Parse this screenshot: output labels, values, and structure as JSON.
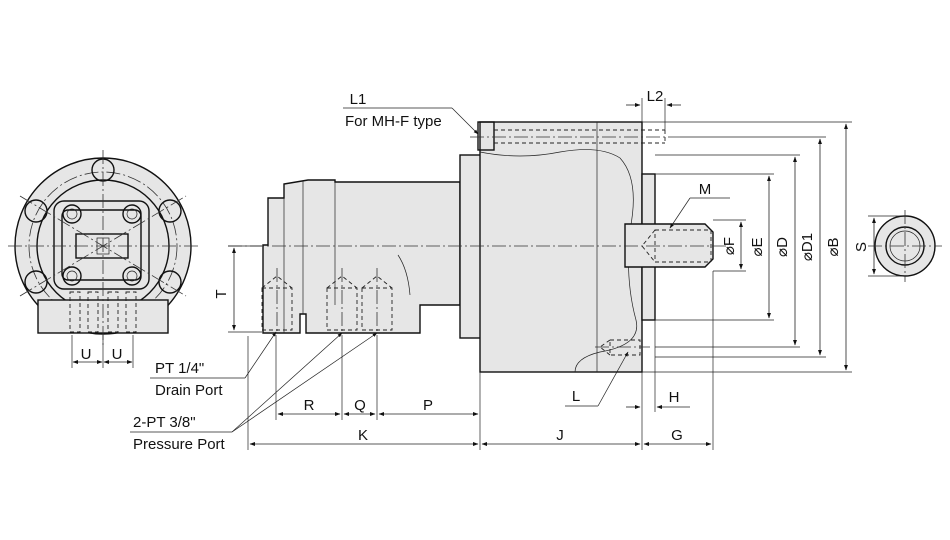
{
  "labels": {
    "l1": "L1",
    "for_mhf": "For MH-F type",
    "l2": "L2",
    "m": "M",
    "t": "T",
    "u_left": "U",
    "u_right": "U",
    "drain_line1": "PT 1/4\"",
    "drain_line2": "Drain Port",
    "pressure_line1": "2-PT 3/8\"",
    "pressure_line2": "Pressure Port",
    "r": "R",
    "q": "Q",
    "p": "P",
    "k": "K",
    "j": "J",
    "g": "G",
    "l": "L",
    "h": "H",
    "phi_f": "⌀F",
    "phi_e": "⌀E",
    "phi_d": "⌀D",
    "phi_d1": "⌀D1",
    "phi_b": "⌀B",
    "s": "S"
  }
}
